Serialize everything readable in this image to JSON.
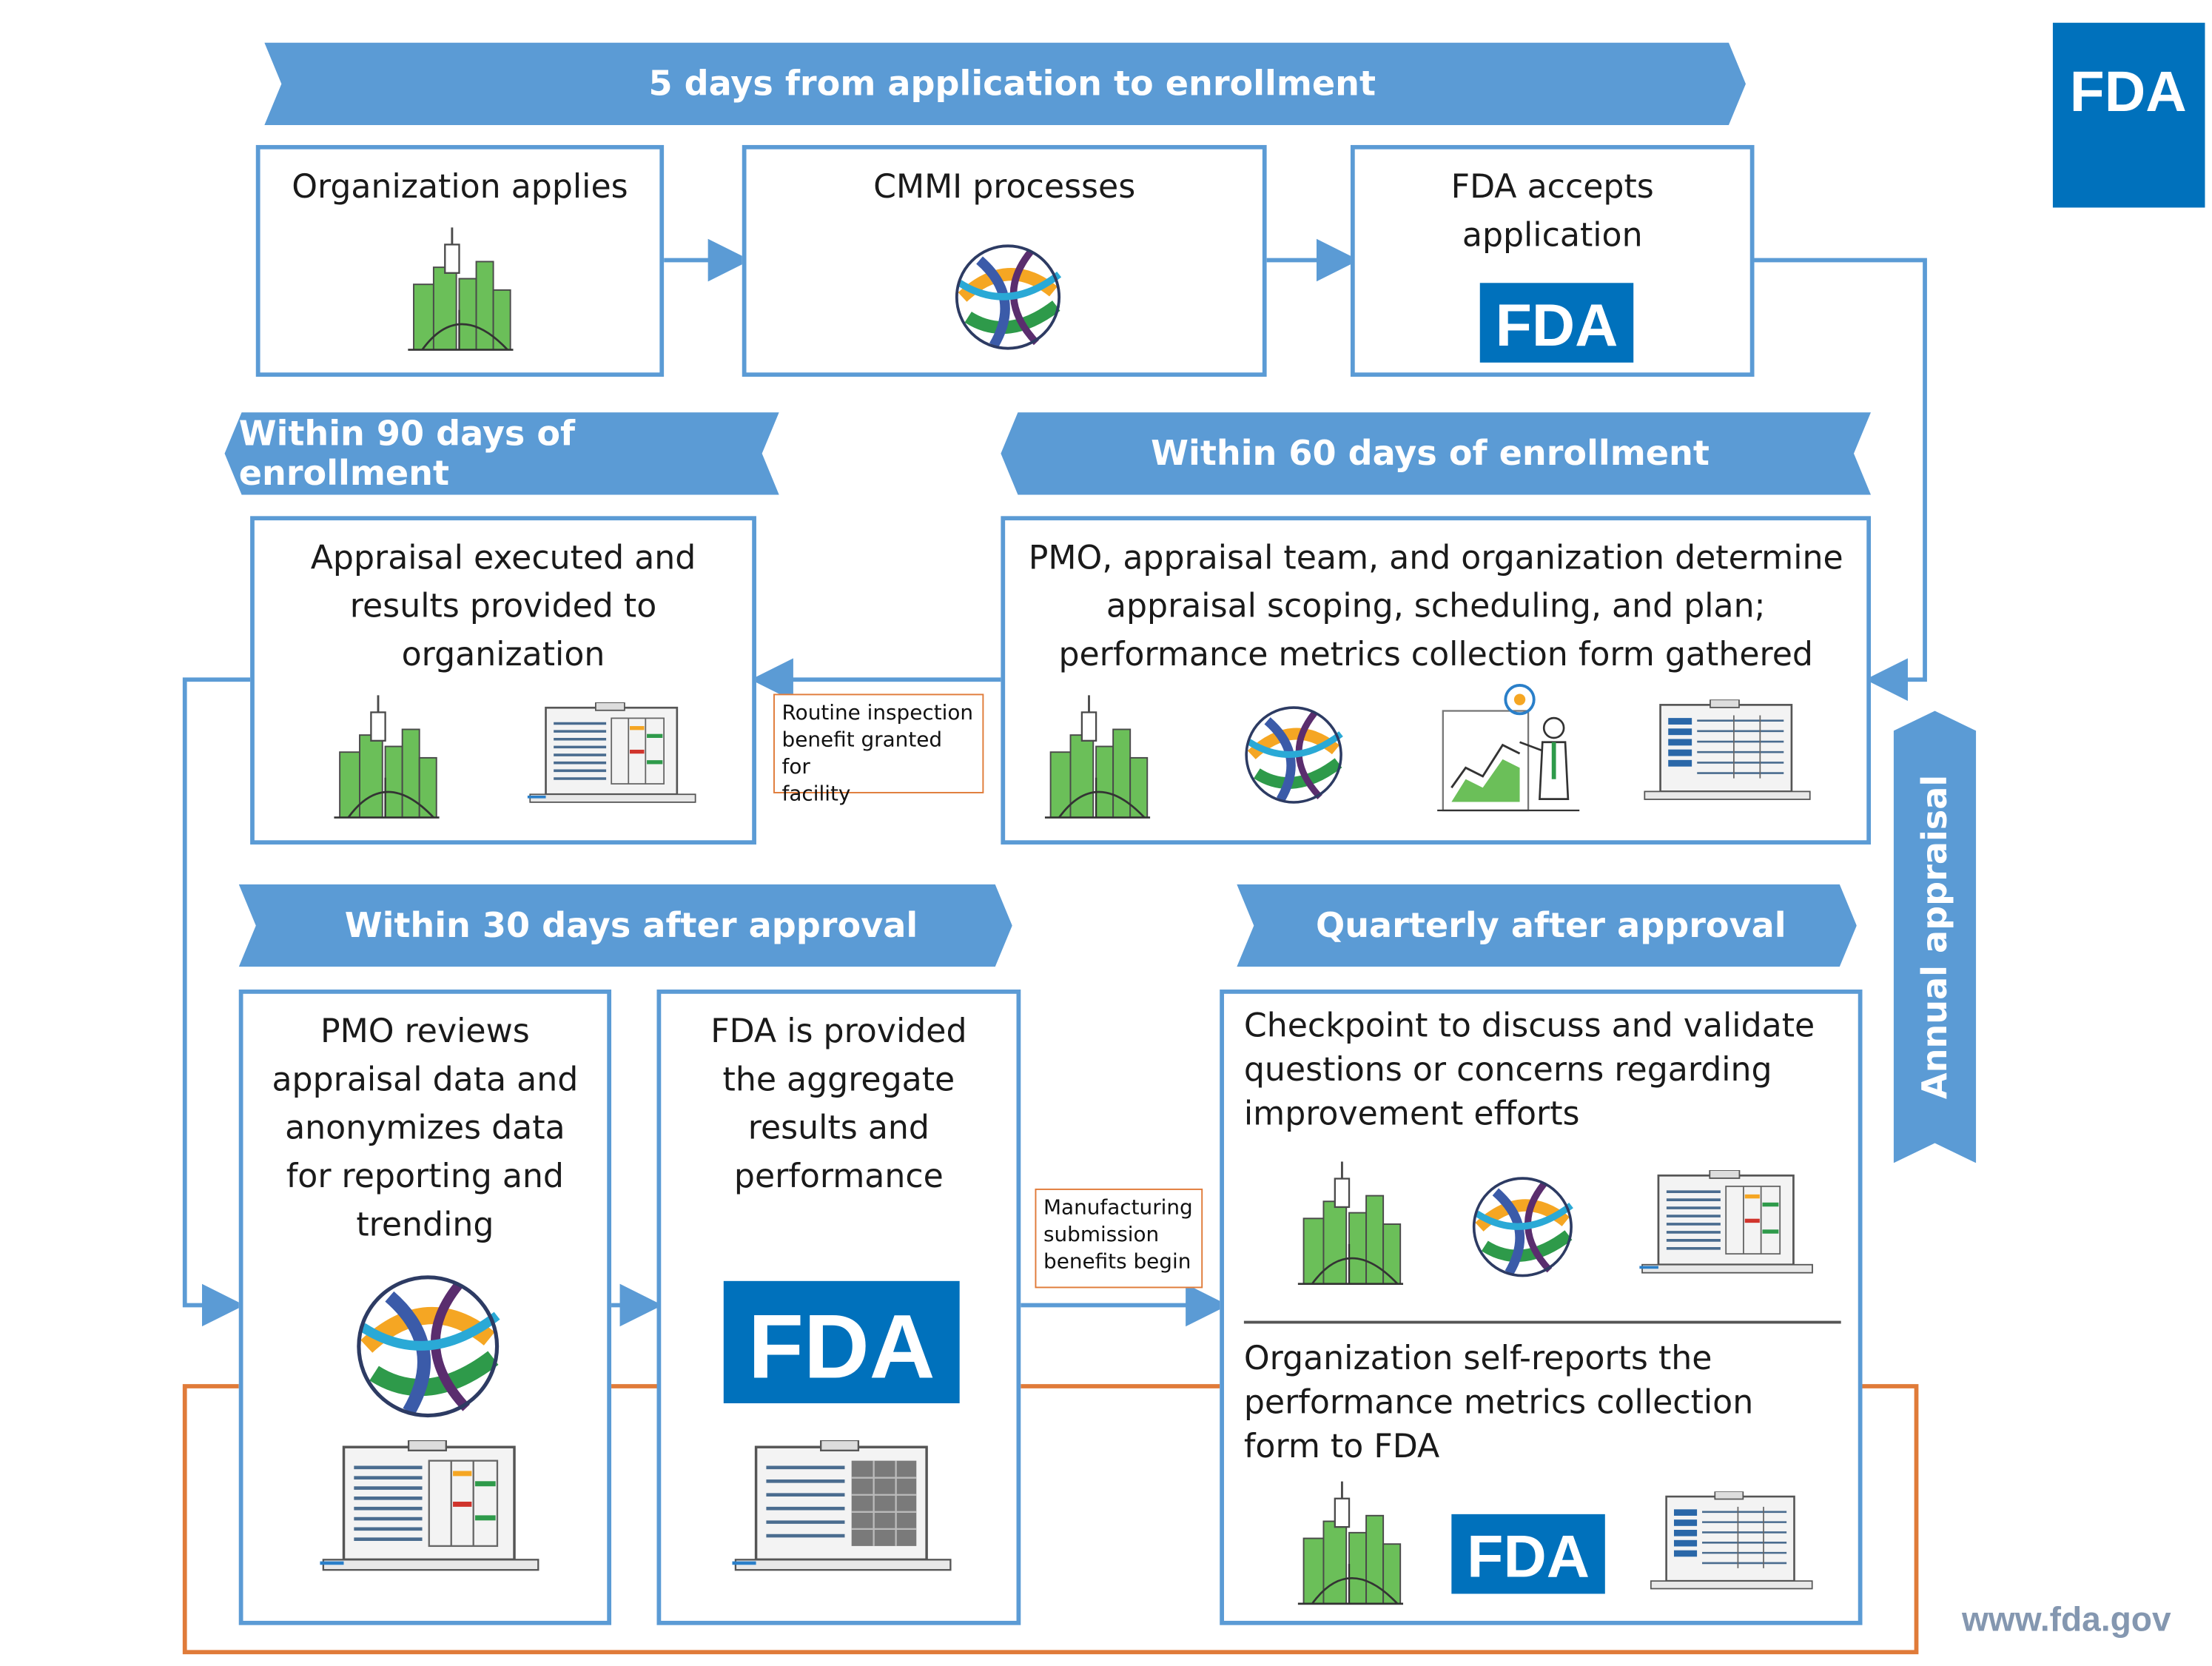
{
  "logo": {
    "text": "FDA"
  },
  "banners": {
    "enrollment": "5 days from application to enrollment",
    "within90": "Within 90 days of enrollment",
    "within60": "Within 60 days of enrollment",
    "within30": "Within 30 days after approval",
    "quarterly": "Quarterly after approval",
    "annual": "Annual appraisal"
  },
  "boxes": {
    "org_applies": "Organization applies",
    "cmmi_processes": "CMMI processes",
    "fda_accepts_1": "FDA accepts",
    "fda_accepts_2": "application",
    "appraisal_1": "Appraisal executed and",
    "appraisal_2": "results provided to",
    "appraisal_3": "organization",
    "pmo_1": "PMO, appraisal team, and organization determine",
    "pmo_2": "appraisal scoping, scheduling, and plan;",
    "pmo_3": "performance metrics collection form gathered",
    "review_1": "PMO reviews",
    "review_2": "appraisal data and",
    "review_3": "anonymizes data",
    "review_4": "for reporting and",
    "review_5": "trending",
    "provided_1": "FDA is provided",
    "provided_2": "the aggregate",
    "provided_3": "results and",
    "provided_4": "performance",
    "checkpoint_1": "Checkpoint to discuss and validate",
    "checkpoint_2": "questions or concerns regarding",
    "checkpoint_3": "improvement efforts",
    "selfreport_1": "Organization self-reports the",
    "selfreport_2": "performance metrics collection",
    "selfreport_3": "form to FDA"
  },
  "notes": {
    "routine_1": "Routine inspection",
    "routine_2": "benefit granted for",
    "routine_3": "facility",
    "manuf_1": "Manufacturing",
    "manuf_2": "submission",
    "manuf_3": "benefits begin"
  },
  "footer": {
    "url": "www.fda.gov"
  },
  "colors": {
    "accent": "#5b9bd5",
    "fda_blue": "#0071bc",
    "orange": "#e07b39",
    "green": "#6bbf59"
  }
}
